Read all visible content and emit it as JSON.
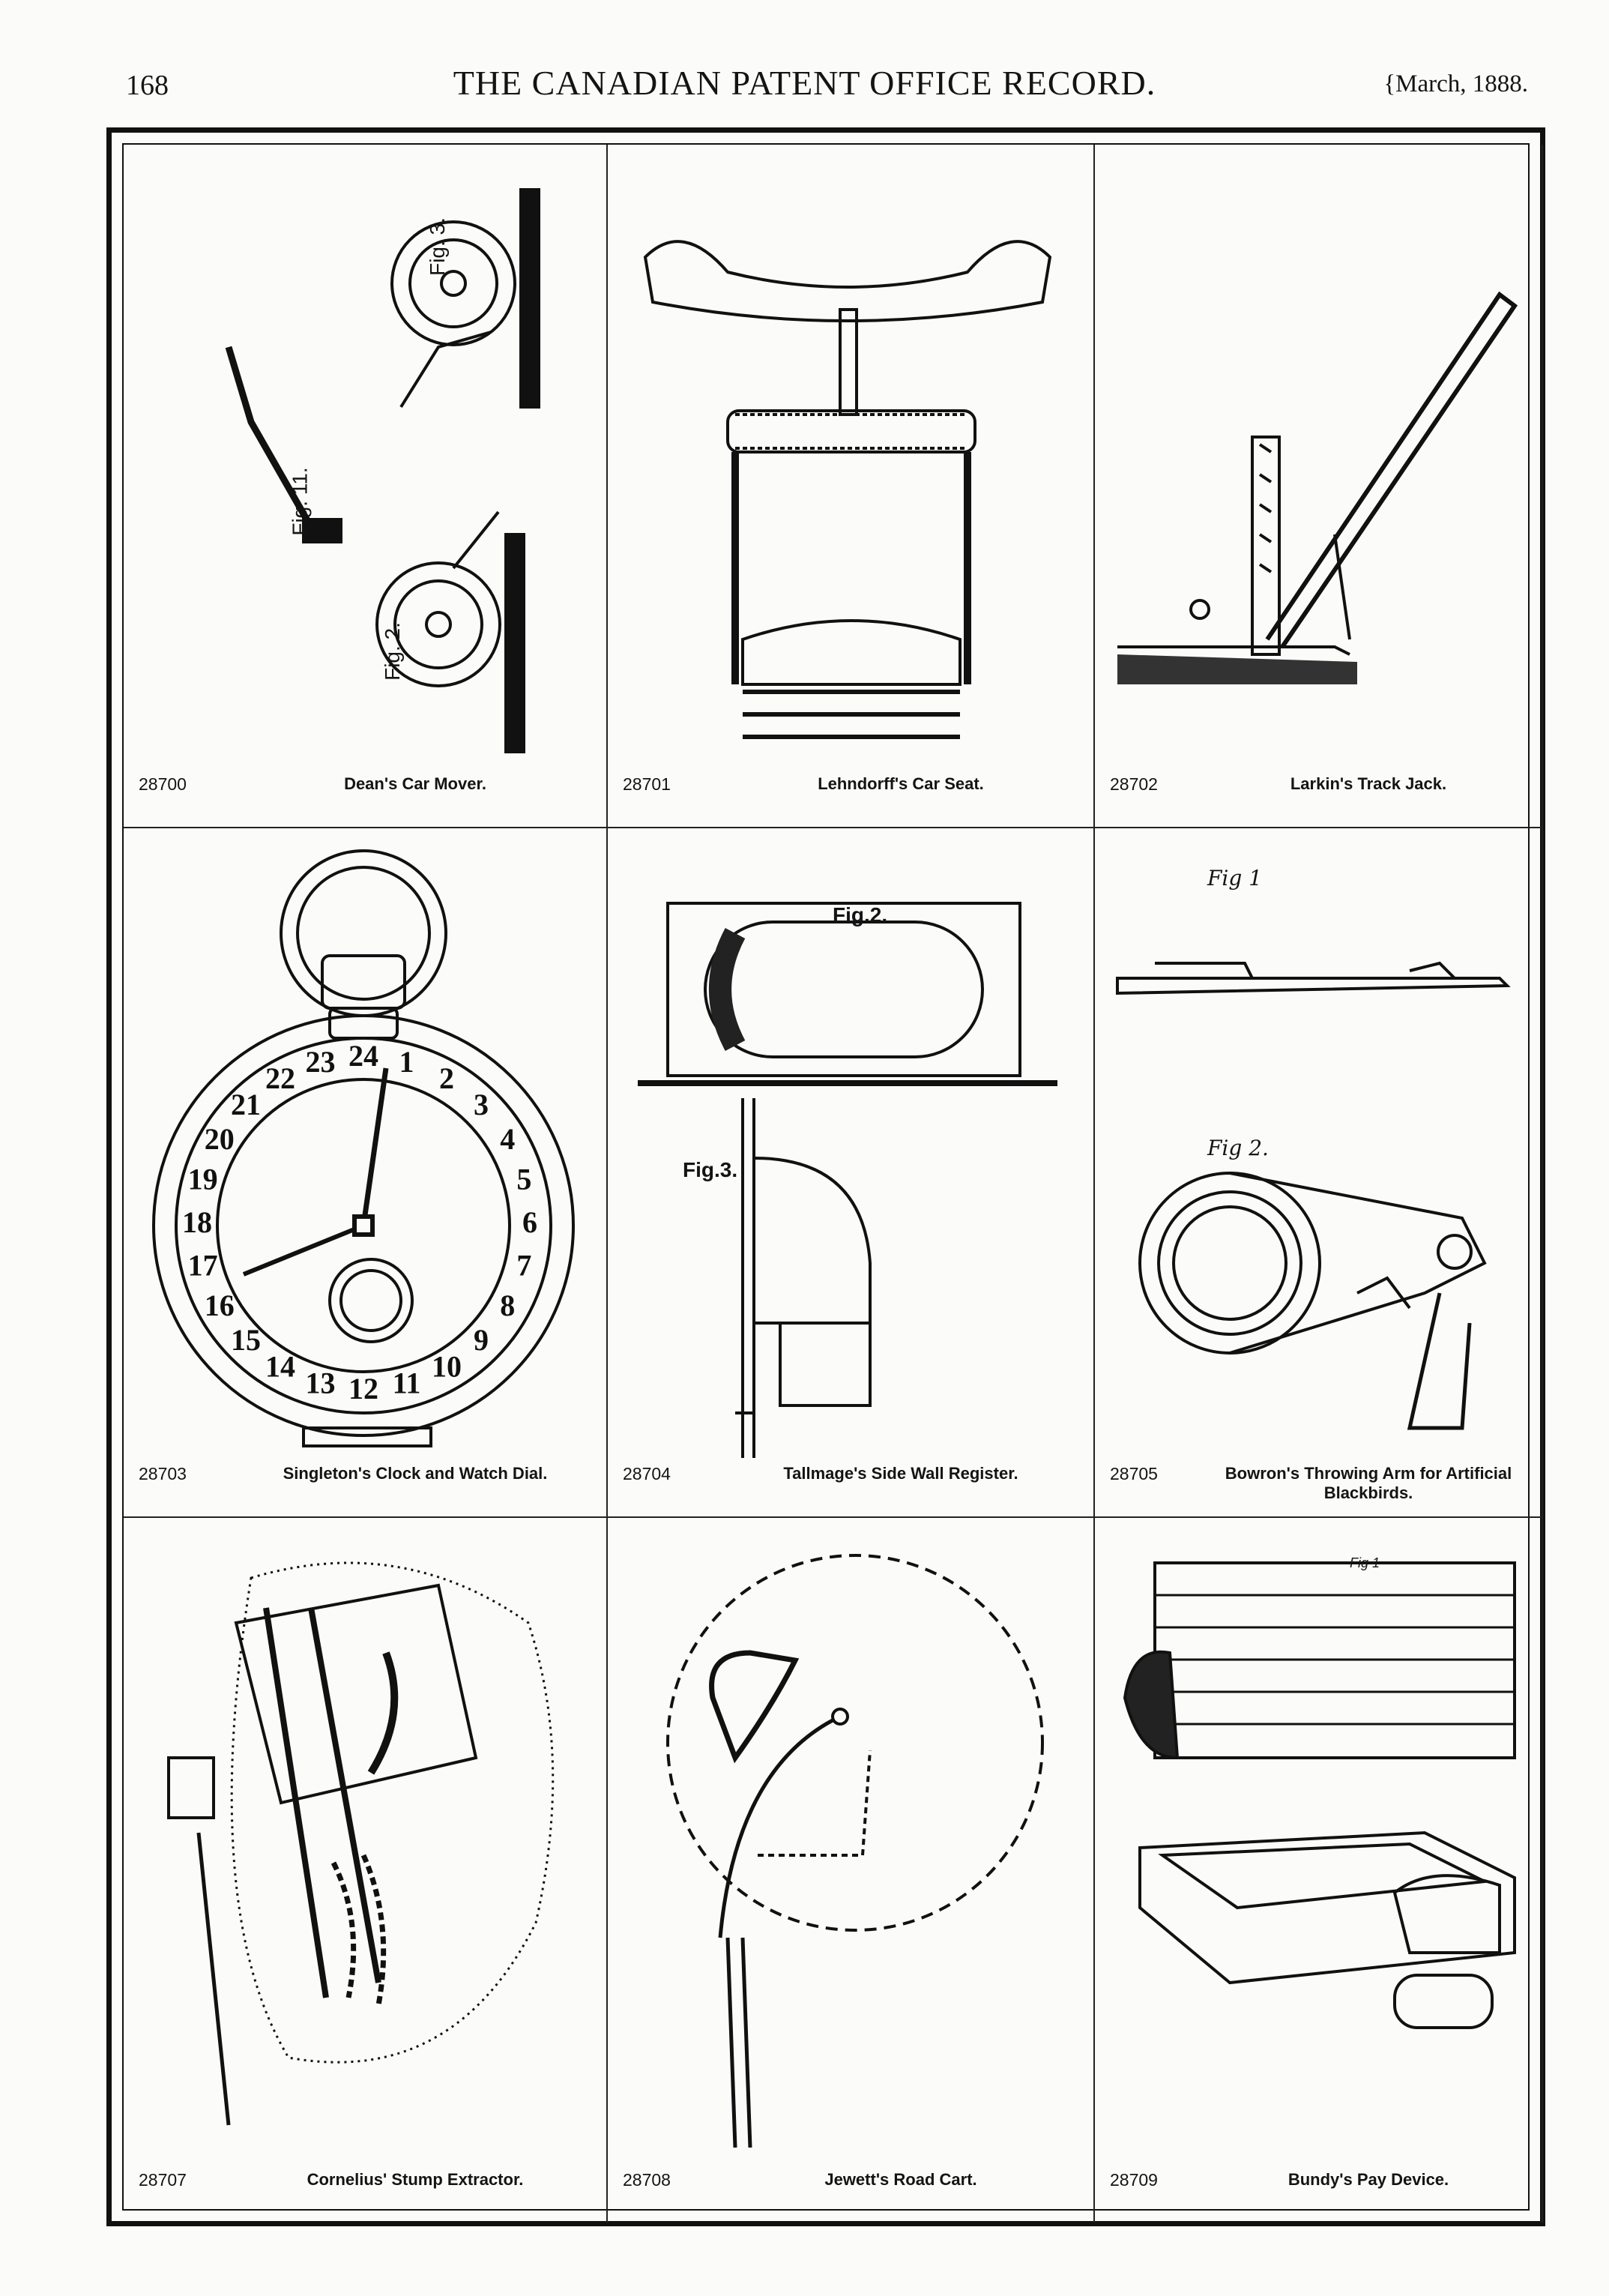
{
  "header": {
    "page_number": "168",
    "title": "THE CANADIAN PATENT OFFICE RECORD.",
    "date": "{March, 1888."
  },
  "figures": [
    {
      "number": "28700",
      "name": "Dean's Car Mover.",
      "labels": [
        "Fig. 3.",
        "Fig. 11.",
        "Fig. 2."
      ]
    },
    {
      "number": "28701",
      "name": "Lehndorff's Car Seat.",
      "labels": []
    },
    {
      "number": "28702",
      "name": "Larkin's Track Jack.",
      "labels": []
    },
    {
      "number": "28703",
      "name": "Singleton's Clock and Watch Dial.",
      "labels": []
    },
    {
      "number": "28704",
      "name": "Tallmage's Side Wall Register.",
      "labels": [
        "Fig.2.",
        "Fig.3."
      ]
    },
    {
      "number": "28705",
      "name": "Bowron's Throwing Arm for Artificial Blackbirds.",
      "labels": [
        "Fig 1",
        "Fig 2."
      ]
    },
    {
      "number": "28707",
      "name": "Cornelius' Stump Extractor.",
      "labels": []
    },
    {
      "number": "28708",
      "name": "Jewett's Road Cart.",
      "labels": []
    },
    {
      "number": "28709",
      "name": "Bundy's Pay Device.",
      "labels": [
        "Fig 1"
      ]
    }
  ],
  "watch_dial": {
    "outer_numbers": [
      "24",
      "1",
      "2",
      "3",
      "4",
      "5",
      "6",
      "7",
      "8",
      "9",
      "10",
      "11",
      "12",
      "13",
      "14",
      "15",
      "16",
      "17",
      "18",
      "19",
      "20",
      "21",
      "22",
      "23"
    ]
  }
}
